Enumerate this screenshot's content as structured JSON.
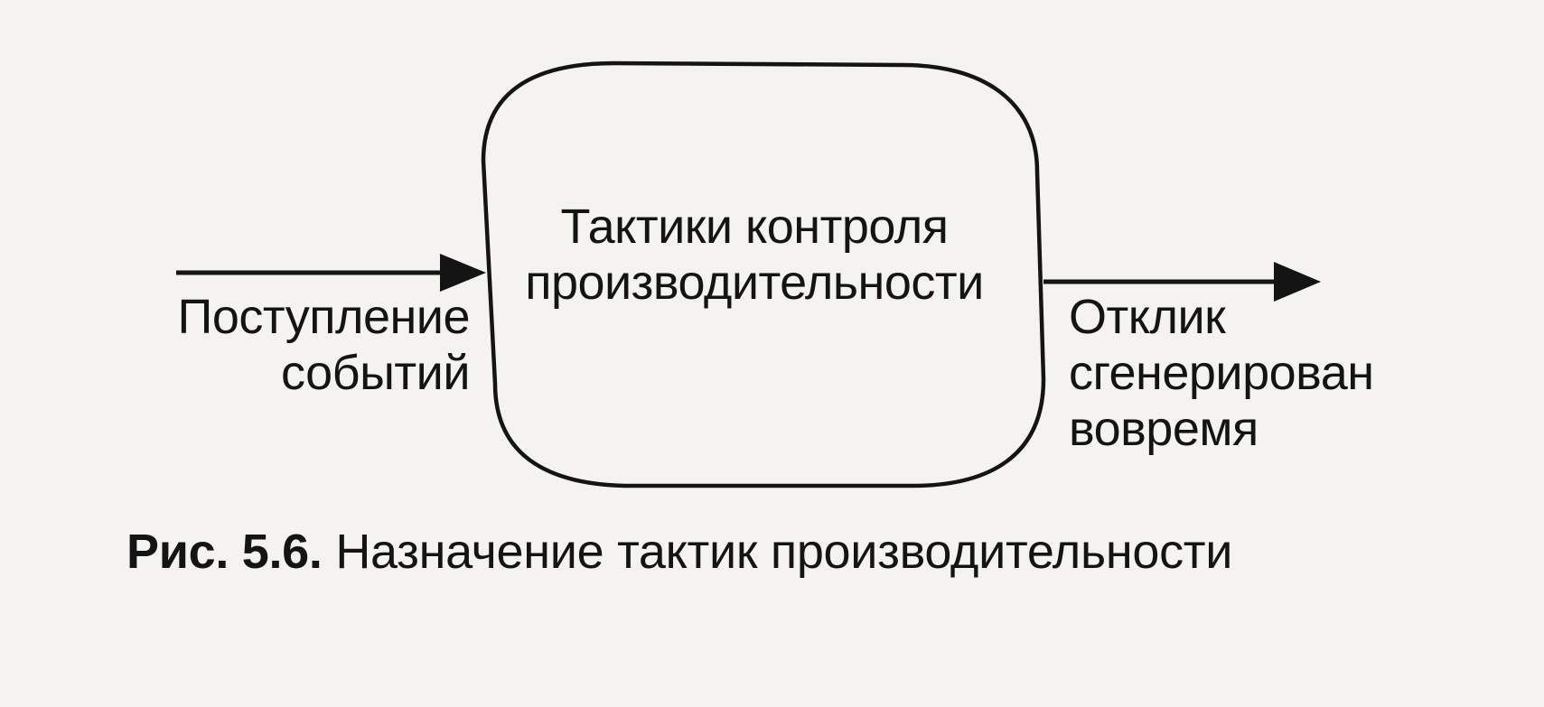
{
  "diagram": {
    "process": {
      "lines": [
        "Тактики контроля",
        "производительности"
      ]
    },
    "input": {
      "lines": [
        "Поступление",
        "событий"
      ]
    },
    "output": {
      "lines": [
        "Отклик",
        "сгенерирован",
        "вовремя"
      ]
    }
  },
  "caption": {
    "number": "Рис. 5.6.",
    "text": "Назначение тактик производительности"
  }
}
